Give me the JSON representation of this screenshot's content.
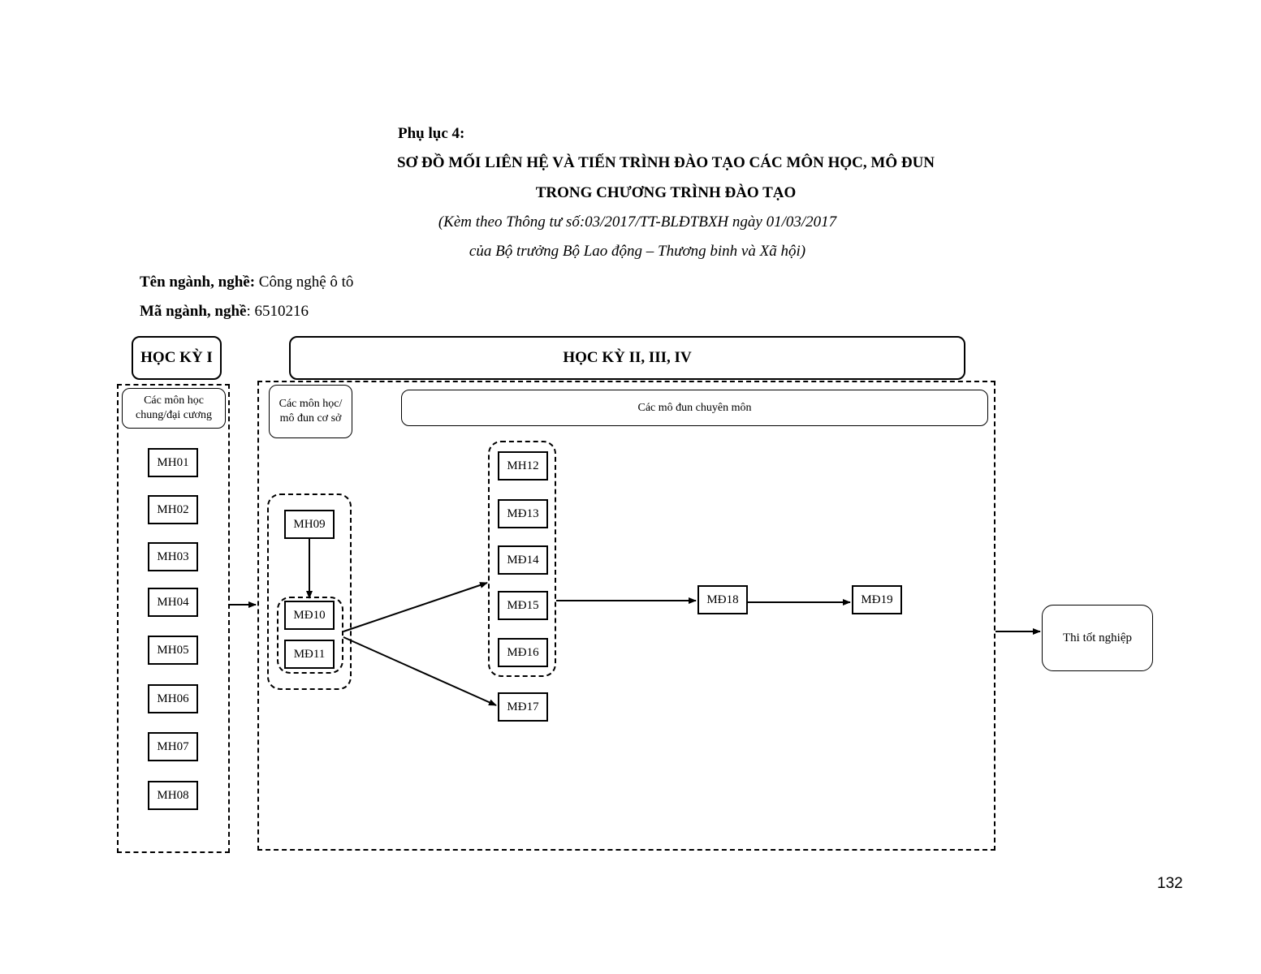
{
  "header": {
    "appendix_label": "Phụ lục 4:",
    "title_line_1": "SƠ ĐỒ MỐI LIÊN HỆ VÀ TIẾN TRÌNH ĐÀO TẠO CÁC MÔN HỌC, MÔ ĐUN",
    "title_line_2": "TRONG CHƯƠNG TRÌNH ĐÀO TẠO",
    "subtitle_line_1": "(Kèm theo Thông tư số:03/2017/TT-BLĐTBXH ngày 01/03/2017",
    "subtitle_line_2": "của Bộ trưởng Bộ Lao động – Thương binh và Xã hội)"
  },
  "meta": {
    "name_label": "Tên ngành, nghề:",
    "name_value": " Công nghệ ô tô",
    "code_label": "Mã ngành, nghề",
    "code_value": ": 6510216"
  },
  "diagram": {
    "semester_1_title": "HỌC KỲ I",
    "semester_2_title": "HỌC KỲ II, III, IV",
    "general_group_label_1": "Các môn học",
    "general_group_label_2": "chung/đại cương",
    "base_group_label_1": "Các môn học/",
    "base_group_label_2": "mô đun cơ sở",
    "specialized_group_label": "Các mô đun chuyên môn",
    "general_modules": [
      "MH01",
      "MH02",
      "MH03",
      "MH04",
      "MH05",
      "MH06",
      "MH07",
      "MH08"
    ],
    "base_modules": {
      "top": "MH09",
      "middle": "MĐ10",
      "bottom": "MĐ11"
    },
    "specialized_stack": [
      "MH12",
      "MĐ13",
      "MĐ14",
      "MĐ15",
      "MĐ16"
    ],
    "specialized_extra": "MĐ17",
    "advanced_modules": [
      "MĐ18",
      "MĐ19"
    ],
    "graduation": "Thi tốt nghiệp"
  },
  "page_number": "132"
}
